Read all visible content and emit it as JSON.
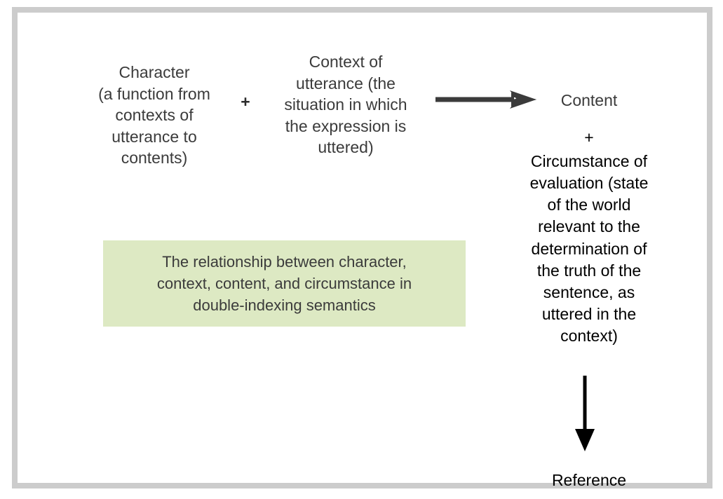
{
  "figure": {
    "frame_color": "#cccccc",
    "background": "#ffffff"
  },
  "diagram": {
    "type": "flow-diagram",
    "nodes": {
      "character": {
        "label": "Character\n(a function from\ncontexts of\nutterance to\ncontents)",
        "color": "#3b3b3b"
      },
      "operator_1": {
        "label": "+"
      },
      "context": {
        "label": "Context of\nutterance (the\nsituation in which\nthe expression is\nuttered)",
        "color": "#3b3b3b"
      },
      "content": {
        "label": "Content",
        "color": "#3b3b3b"
      },
      "operator_2": {
        "label": "+"
      },
      "circumstance": {
        "label": "Circumstance of\nevaluation (state\nof the world\nrelevant to the\ndetermination of\nthe truth of the\nsentence, as\nuttered in the\ncontext)",
        "color": "#000000"
      },
      "reference": {
        "label": "Reference",
        "color": "#000000"
      }
    },
    "arrows": {
      "horizontal": {
        "name": "arrow-right",
        "direction": "right",
        "color": "#3b3b3b",
        "from": "character + context",
        "to": "content"
      },
      "vertical": {
        "name": "arrow-down",
        "direction": "down",
        "color": "#000000",
        "from": "content + circumstance",
        "to": "reference"
      }
    }
  },
  "caption": {
    "text": "The relationship between character,\ncontext, content, and circumstance in\ndouble-indexing semantics",
    "background": "#dde9c3",
    "color": "#3b3b3b"
  }
}
